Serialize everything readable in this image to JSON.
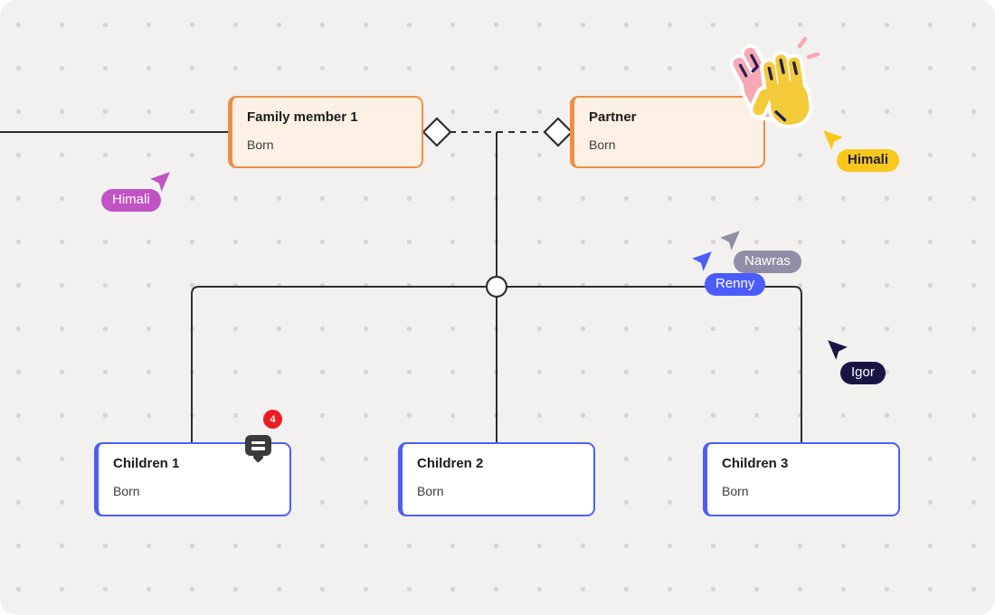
{
  "board": {
    "background": "#f2f1ef",
    "dot_color": "#d7d5d3",
    "line_color": "#2e2e2e",
    "connector_fill": "#ffffff"
  },
  "nodes": [
    {
      "title": "Family member 1",
      "subtitle": "Born",
      "variant": "parent"
    },
    {
      "title": "Partner",
      "subtitle": "Born",
      "variant": "parent"
    },
    {
      "title": "Children 1",
      "subtitle": "Born",
      "variant": "child"
    },
    {
      "title": "Children 2",
      "subtitle": "Born",
      "variant": "child"
    },
    {
      "title": "Children 3",
      "subtitle": "Born",
      "variant": "child"
    }
  ],
  "node_colors": {
    "parent_border": "#f08d44",
    "parent_fill": "#fdf1e6",
    "child_border": "#4d5ef7",
    "child_fill": "#ffffff"
  },
  "collaborators": [
    {
      "name": "Himali",
      "color": "#c153c5",
      "text_color": "#ffffff"
    },
    {
      "name": "Himali",
      "color": "#f8c81c",
      "text_color": "#1f1f3d"
    },
    {
      "name": "Nawras",
      "color": "#908da6",
      "text_color": "#ffffff"
    },
    {
      "name": "Renny",
      "color": "#4b5cfa",
      "text_color": "#ffffff"
    },
    {
      "name": "Igor",
      "color": "#181544",
      "text_color": "#ffffff"
    }
  ],
  "comment": {
    "count": "4",
    "badge_color": "#eb1c24",
    "bubble_color": "#3b3b3b"
  },
  "sticker": {
    "name": "high-five-hands",
    "colors": {
      "pink": "#f7a8b4",
      "yellow": "#f3ca39",
      "detail": "#232052",
      "outline": "#ffffff"
    }
  }
}
